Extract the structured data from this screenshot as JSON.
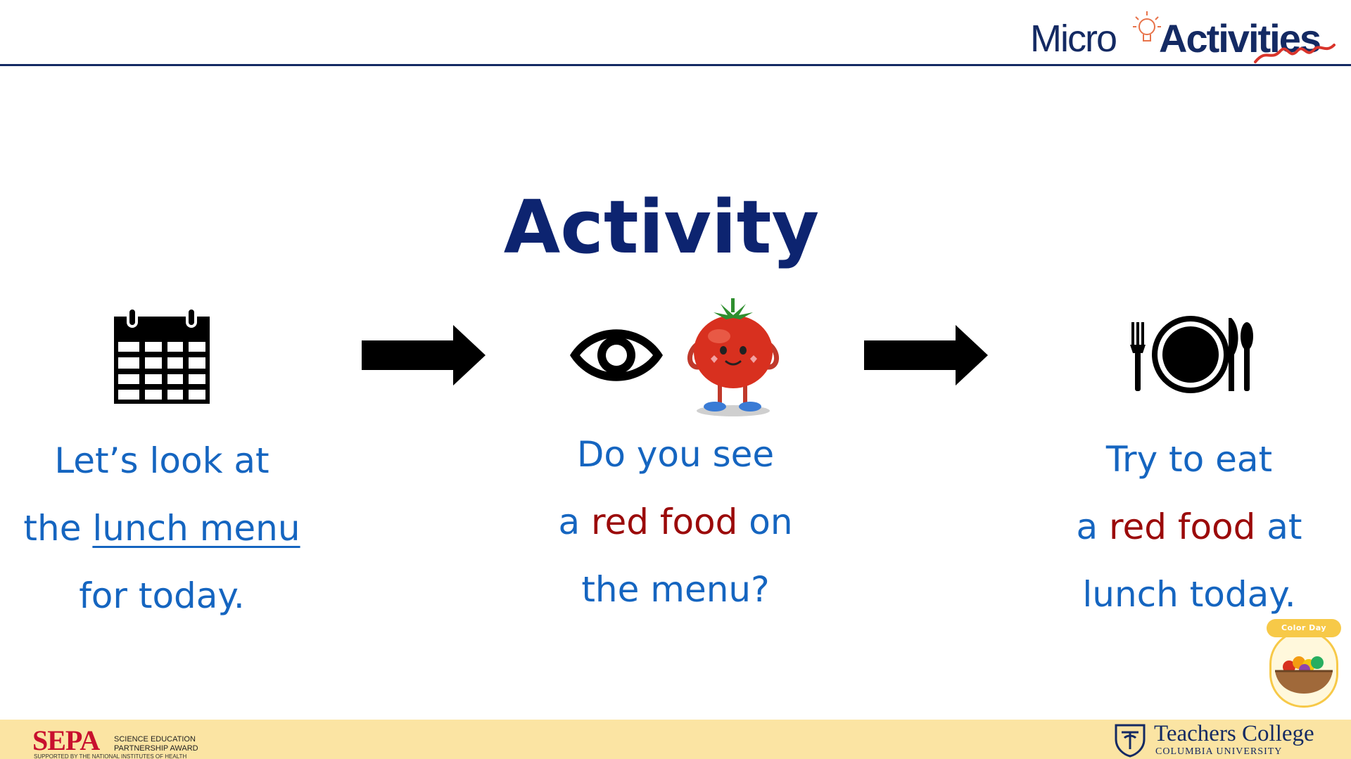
{
  "header": {
    "logo_micro": "Micro",
    "logo_activities": "Activities"
  },
  "title": "Activity",
  "columns": {
    "left": {
      "line1": "Let’s look at",
      "line2_pre": "the ",
      "line2_link": "lunch menu",
      "line3": "for today."
    },
    "middle": {
      "line1": "Do you see",
      "line2_pre": "a ",
      "line2_red": "red food",
      "line2_post": " on",
      "line3": "the menu?"
    },
    "right": {
      "line1": "Try to eat",
      "line2_pre": "a ",
      "line2_red": "red food",
      "line2_post": " at",
      "line3": "lunch today."
    }
  },
  "badge": {
    "label": "Color Day"
  },
  "footer": {
    "sepa_big": "SEPA",
    "sepa_line1": "SCIENCE EDUCATION",
    "sepa_line2": "PARTNERSHIP AWARD",
    "sepa_line3": "SUPPORTED BY THE NATIONAL INSTITUTES OF HEALTH",
    "tc_name": "Teachers College",
    "tc_sub": "COLUMBIA UNIVERSITY"
  },
  "icons": [
    "calendar-icon",
    "arrow-right-icon",
    "eye-icon",
    "tomato-character-icon",
    "arrow-right-icon",
    "plate-fork-spoon-icon",
    "bowl-icon",
    "lightbulb-icon",
    "shield-icon"
  ],
  "colors": {
    "navy": "#0d2470",
    "blue_text": "#1565c0",
    "red_text": "#9b0a0a",
    "footer_bg": "#fbe4a3",
    "badge_yellow": "#f7c948"
  }
}
